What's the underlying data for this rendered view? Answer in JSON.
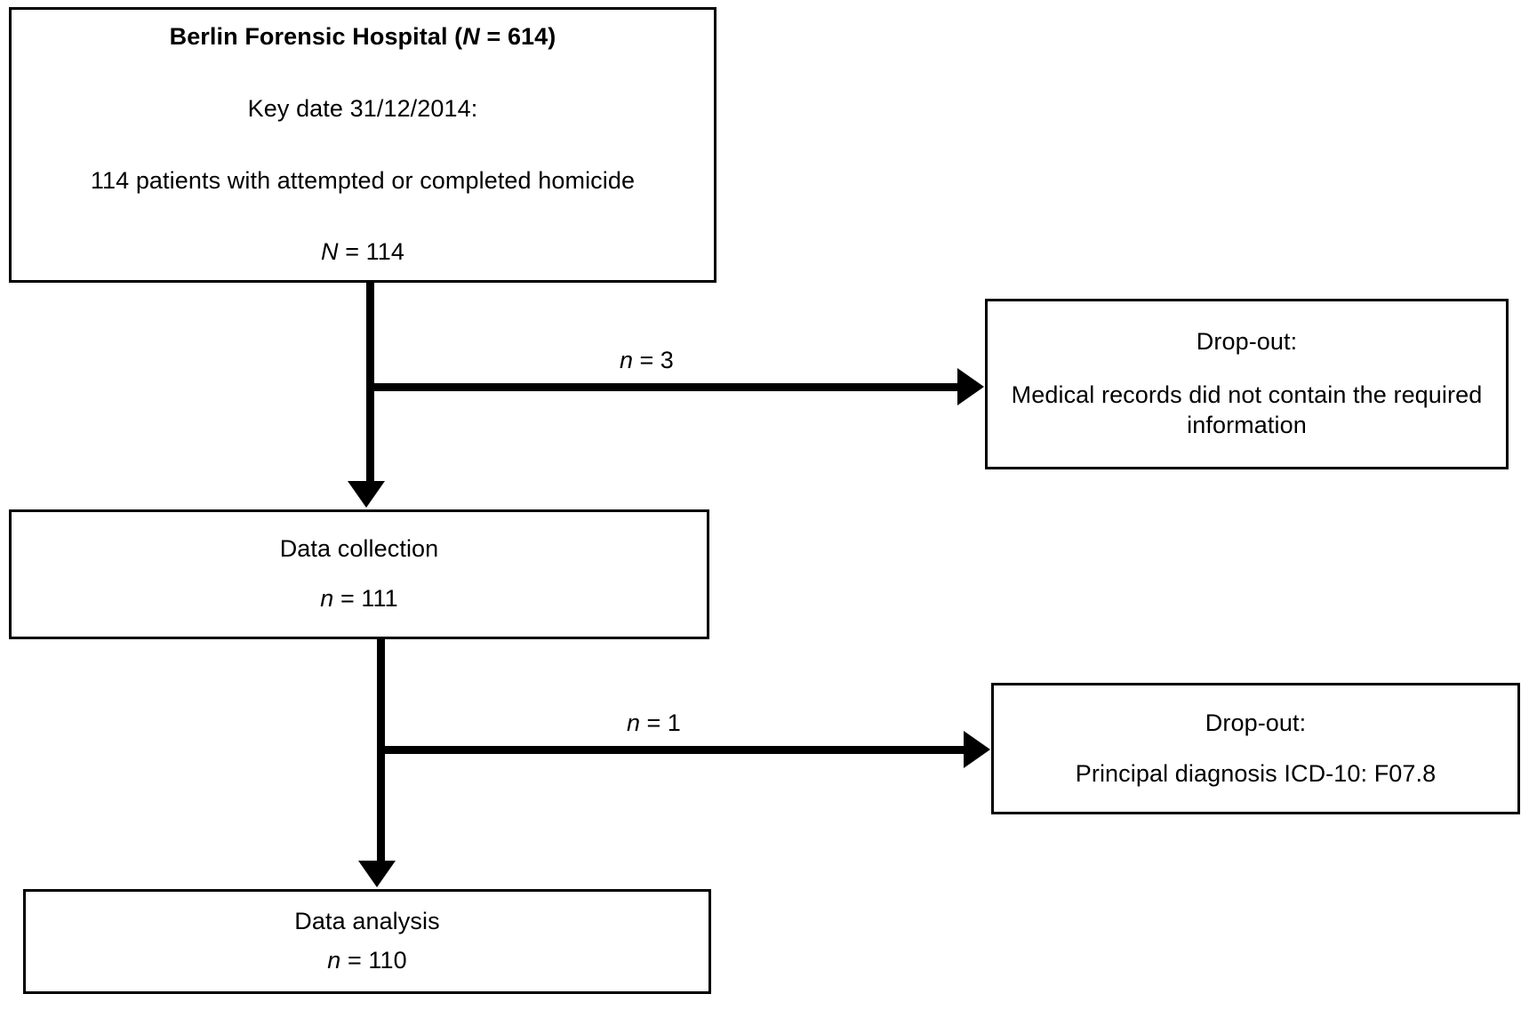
{
  "diagram": {
    "type": "flowchart",
    "orientation": "top-down-with-side-branches",
    "nodes": {
      "source": {
        "title": "Berlin Forensic Hospital (N = 614)",
        "key_date": "Key date 31/12/2014:",
        "description": "114 patients with attempted or completed homicide",
        "count": "N = 114"
      },
      "data_collection": {
        "label": "Data collection",
        "count": "n = 111"
      },
      "data_analysis": {
        "label": "Data analysis",
        "count": "n = 110"
      },
      "dropout_1": {
        "heading": "Drop-out:",
        "reason": "Medical records did not contain the required information"
      },
      "dropout_2": {
        "heading": "Drop-out:",
        "reason": "Principal diagnosis ICD-10: F07.8"
      }
    },
    "edges": {
      "branch_1_label": "n = 3",
      "branch_2_label": "n = 1"
    },
    "colors": {
      "stroke": "#000000",
      "fill": "#ffffff",
      "text": "#000000"
    }
  }
}
